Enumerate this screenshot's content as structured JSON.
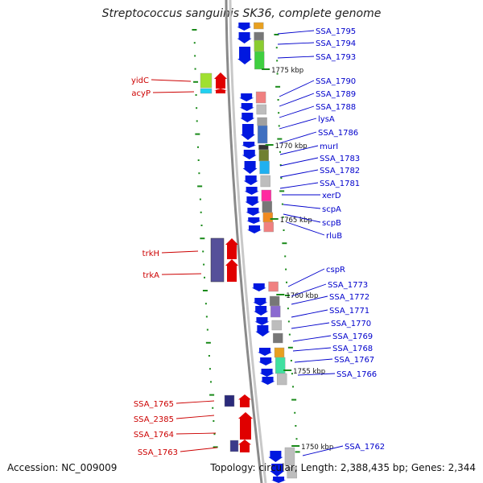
{
  "title": "Streptococcus sanguinis SK36, complete genome",
  "footer": {
    "accession": "Accession: NC_009009",
    "summary": "Topology: circular; Length: 2,388,435 bp; Genes: 2,344"
  },
  "colors": {
    "forward_gene": "#e00000",
    "reverse_gene": "#0018e0",
    "forward_label": "#cc0000",
    "reverse_label": "#0000cc",
    "backbone": "#a0a0a0",
    "tick": "#1a8a1a"
  },
  "scale_labels": [
    "1775 kbp",
    "1770 kbp",
    "1765 kbp",
    "1760 kbp",
    "1755 kbp",
    "1750 kbp"
  ],
  "reverse_genes": [
    "SSA_1795",
    "SSA_1794",
    "SSA_1793",
    "SSA_1790",
    "SSA_1789",
    "SSA_1788",
    "lysA",
    "SSA_1786",
    "murI",
    "SSA_1783",
    "SSA_1782",
    "SSA_1781",
    "xerD",
    "scpA",
    "scpB",
    "rluB",
    "cspR",
    "SSA_1773",
    "SSA_1772",
    "SSA_1771",
    "SSA_1770",
    "SSA_1769",
    "SSA_1768",
    "SSA_1767",
    "SSA_1766",
    "SSA_1762"
  ],
  "forward_genes": [
    "yidC",
    "acyP",
    "trkH",
    "trkA",
    "SSA_1765",
    "SSA_2385",
    "SSA_1764",
    "SSA_1763"
  ]
}
